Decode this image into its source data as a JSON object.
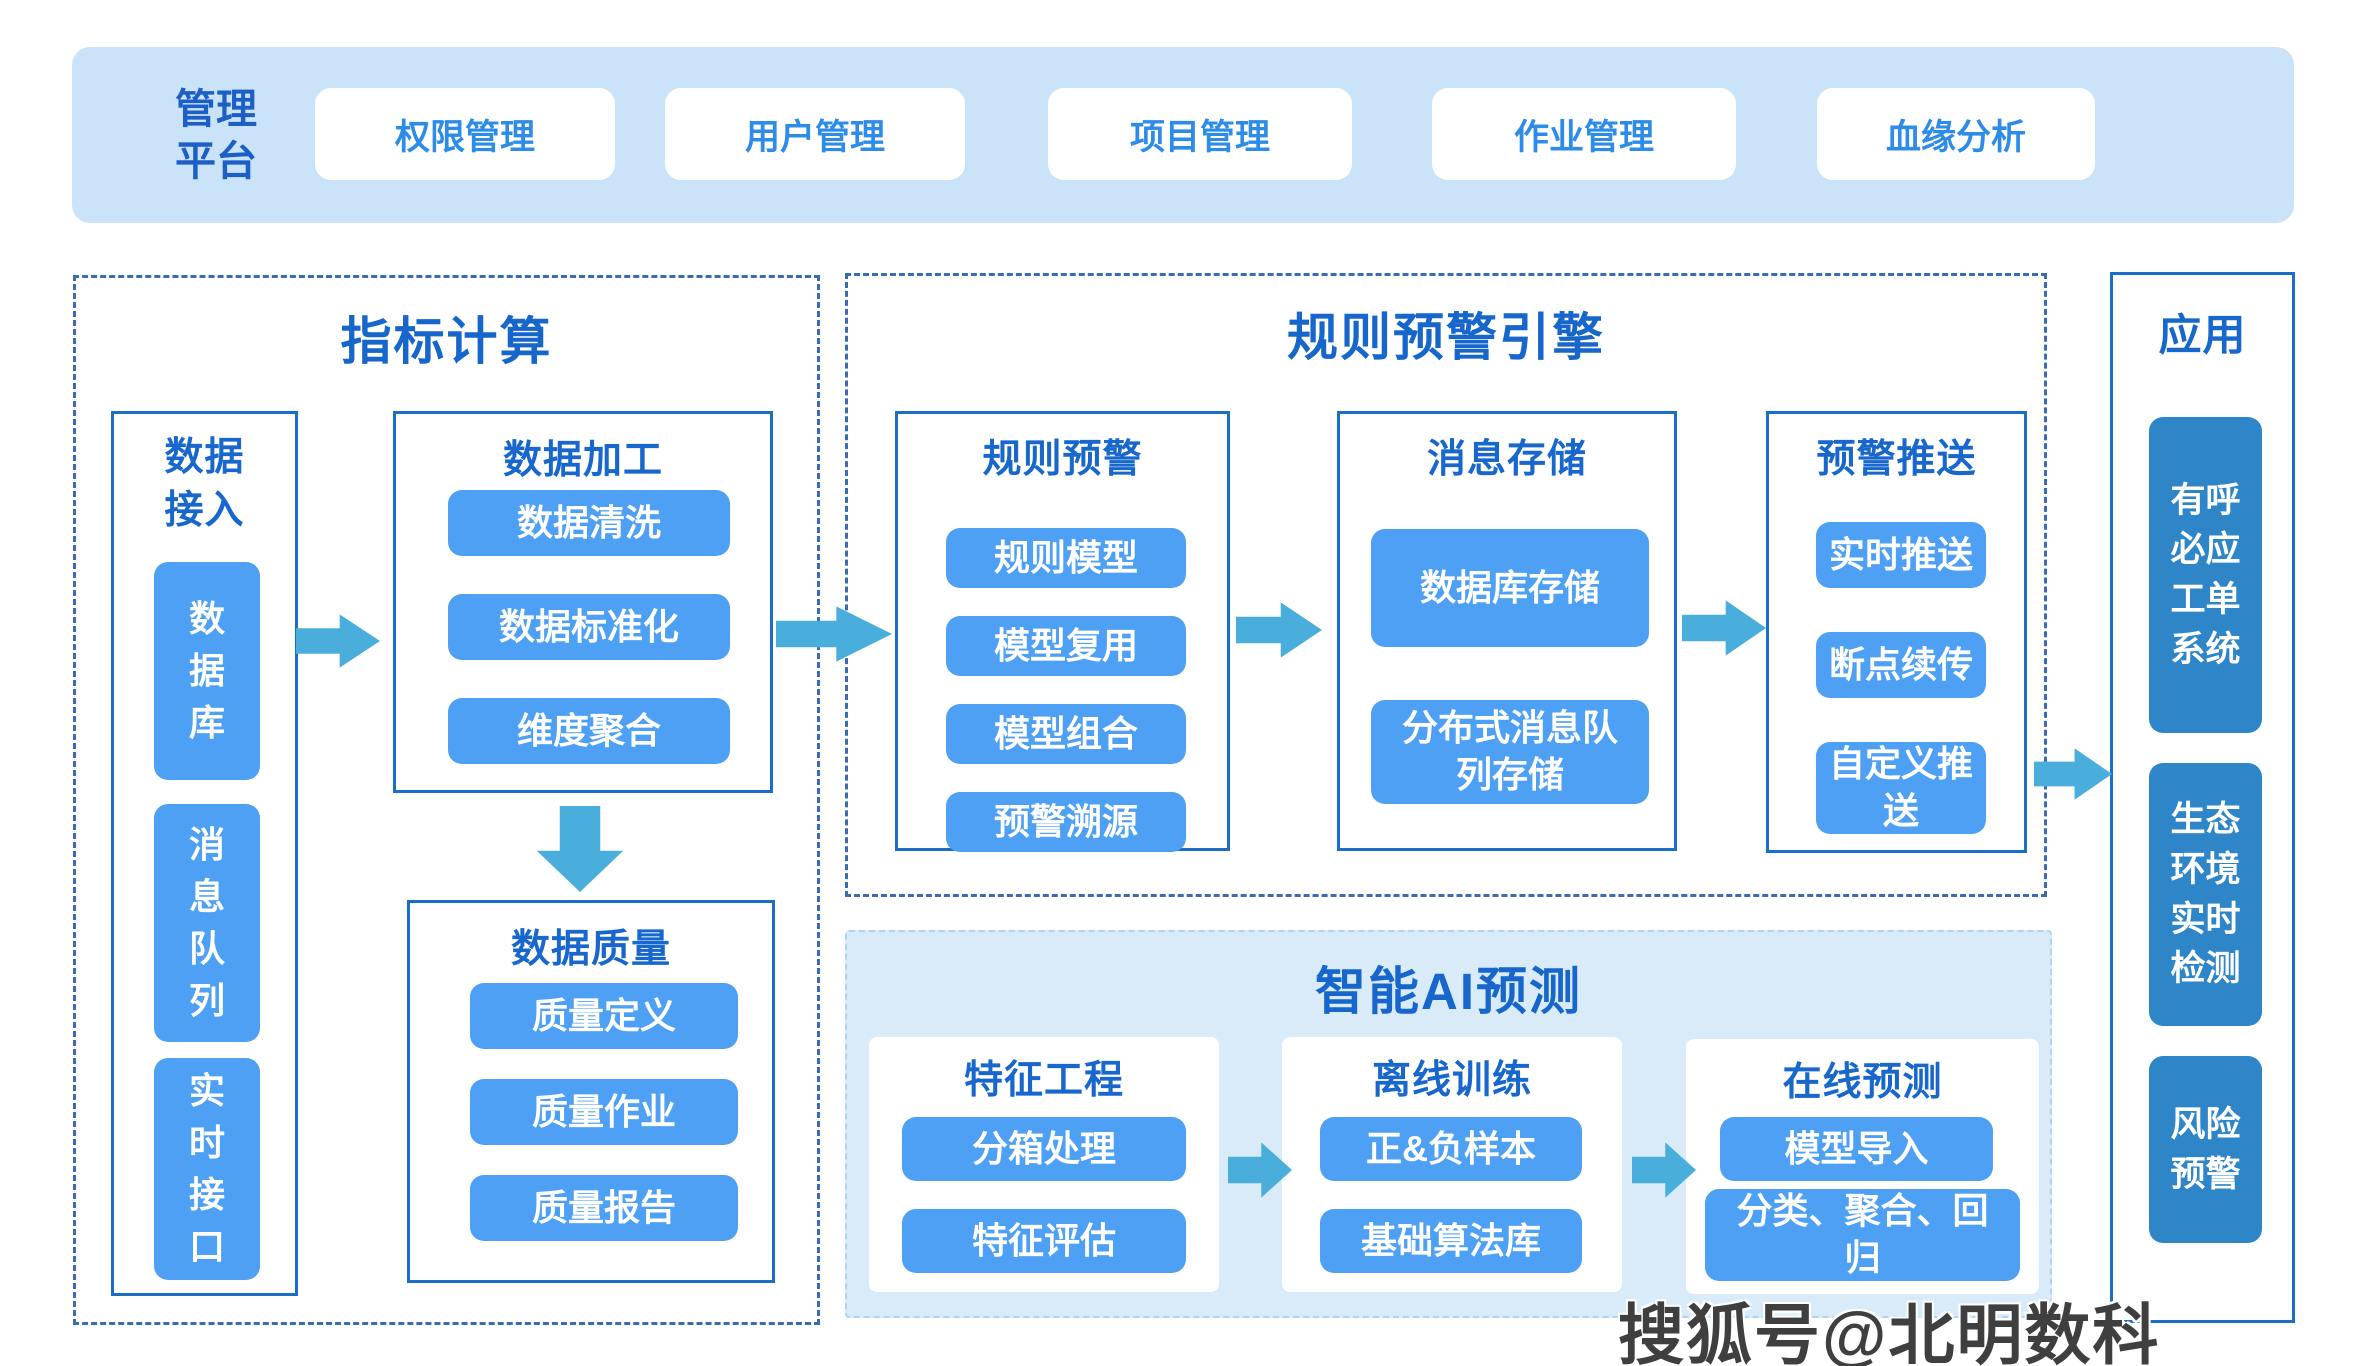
{
  "topbar": {
    "title": "管理平台",
    "items": [
      "权限管理",
      "用户管理",
      "项目管理",
      "作业管理",
      "血缘分析"
    ]
  },
  "metric_section": {
    "title": "指标计算",
    "data_access": {
      "title": "数据接入",
      "items": [
        "数据库",
        "消息队列",
        "实时接口"
      ]
    },
    "data_processing": {
      "title": "数据加工",
      "items": [
        "数据清洗",
        "数据标准化",
        "维度聚合"
      ]
    },
    "data_quality": {
      "title": "数据质量",
      "items": [
        "质量定义",
        "质量作业",
        "质量报告"
      ]
    }
  },
  "rule_section": {
    "title": "规则预警引擎",
    "rule_alert": {
      "title": "规则预警",
      "items": [
        "规则模型",
        "模型复用",
        "模型组合",
        "预警溯源"
      ]
    },
    "message_storage": {
      "title": "消息存储",
      "items": [
        "数据库存储",
        "分布式消息队列存储"
      ]
    },
    "alert_push": {
      "title": "预警推送",
      "items": [
        "实时推送",
        "断点续传",
        "自定义推送"
      ]
    }
  },
  "ai_section": {
    "title": "智能AI预测",
    "feature_engineering": {
      "title": "特征工程",
      "items": [
        "分箱处理",
        "特征评估"
      ]
    },
    "offline_training": {
      "title": "离线训练",
      "items": [
        "正&负样本",
        "基础算法库"
      ]
    },
    "online_prediction": {
      "title": "在线预测",
      "items": [
        "模型导入",
        "分类、聚合、回归"
      ]
    }
  },
  "application_section": {
    "title": "应用",
    "items": [
      "有呼必应工单系统",
      "生态环境实时检测",
      "风险预警"
    ]
  },
  "watermark": "搜狐号@北明数科",
  "colors": {
    "topbar_bg": "#cbe3f8",
    "title_blue": "#1666cb",
    "button_blue": "#4da0f3",
    "dark_button_blue": "#2e86c9",
    "arrow_cyan": "#4aaedd",
    "box_border": "#1a6ec5",
    "dashed_border": "#3a6cb4",
    "ai_panel_bg": "#d9eaf9"
  }
}
